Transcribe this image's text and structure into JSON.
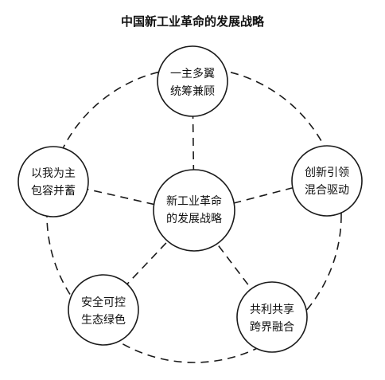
{
  "title": "中国新工业革命的发展战略",
  "center": {
    "line1": "新工业革命",
    "line2": "的发展战略"
  },
  "nodes": [
    {
      "id": "top",
      "line1": "一主多翼",
      "line2": "统筹兼顾"
    },
    {
      "id": "right",
      "line1": "创新引领",
      "line2": "混合驱动"
    },
    {
      "id": "bottom-right",
      "line1": "共利共享",
      "line2": "跨界融合"
    },
    {
      "id": "bottom-left",
      "line1": "安全可控",
      "line2": "生态绿色"
    },
    {
      "id": "left",
      "line1": "以我为主",
      "line2": "包容并蓄"
    }
  ]
}
